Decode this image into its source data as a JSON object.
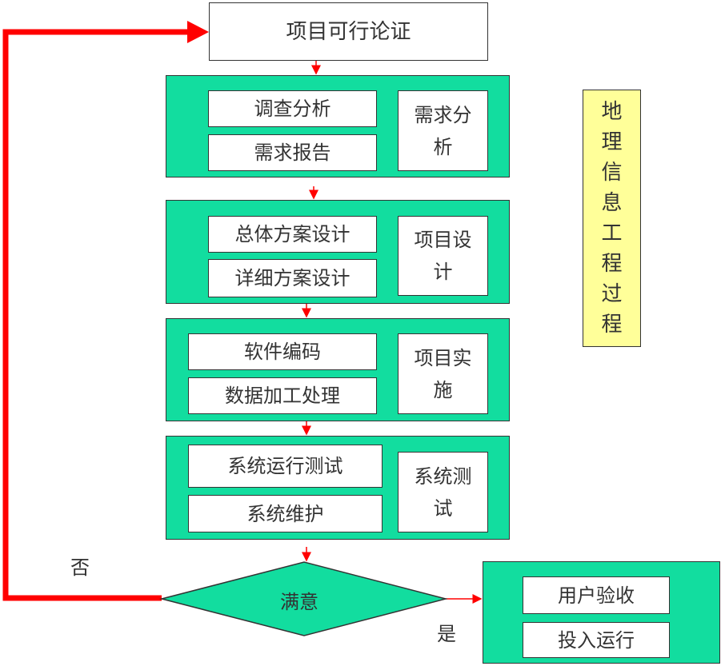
{
  "start": "项目可行论证",
  "stages": [
    {
      "items": [
        "调查分析",
        "需求报告"
      ],
      "title": "需求分析"
    },
    {
      "items": [
        "总体方案设计",
        "详细方案设计"
      ],
      "title": "项目设计"
    },
    {
      "items": [
        "软件编码",
        "数据加工处理"
      ],
      "title": "项目实施"
    },
    {
      "items": [
        "系统运行测试",
        "系统维护"
      ],
      "title": "系统测试"
    }
  ],
  "decision": "满意",
  "no_label": "否",
  "yes_label": "是",
  "final": {
    "items": [
      "用户验收",
      "投入运行"
    ]
  },
  "side_title": "地理信息工程过程",
  "colors": {
    "green": "#12DD9F",
    "yellow": "#FFFF99",
    "arrow": "#FF0000"
  }
}
